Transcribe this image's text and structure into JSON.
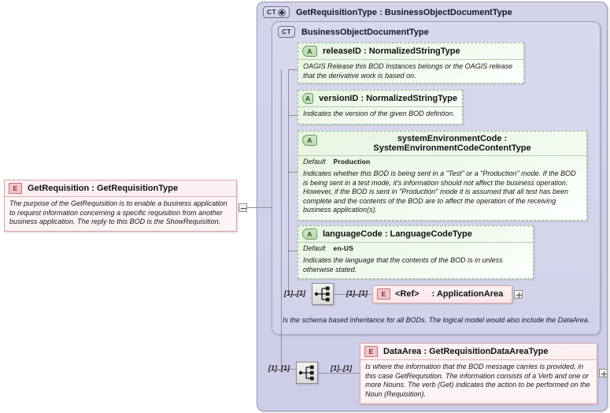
{
  "diagram": {
    "kind": "xsd-schema-documentation",
    "root_element": {
      "badge": "E",
      "title": "GetRequisition : GetRequisitionType",
      "documentation": "The purpose of the GetRequisition is to enable a business application to request information concerning a specific requisition from another business application.   The reply to this BOD is the ShowRequisition.",
      "expander": "minus"
    },
    "outer_type": {
      "badge": "CT",
      "badge_state": "plus",
      "title": "GetRequisitionType : BusinessObjectDocumentType"
    },
    "inner_type": {
      "badge": "CT",
      "title": "BusinessObjectDocumentType"
    },
    "attributes": [
      {
        "badge": "A",
        "name": "releaseID",
        "type": "NormalizedStringType",
        "title": "releaseID : NormalizedStringType",
        "default_label": null,
        "default_value": null,
        "documentation": "OAGIS Release this BOD Instances belongs or the OAGIS release that the derivative work is based on."
      },
      {
        "badge": "A",
        "name": "versionID",
        "type": "NormalizedStringType",
        "title": "versionID : NormalizedStringType",
        "default_label": null,
        "default_value": null,
        "documentation": "Indicates the version of the given BOD defintion."
      },
      {
        "badge": "A",
        "name": "systemEnvironmentCode",
        "type": "SystemEnvironmentCodeContentType",
        "title": "systemEnvironmentCode : SystemEnvironmentCodeContentType",
        "default_label": "Default",
        "default_value": "Production",
        "documentation": "Indicates whether this BOD is being sent in a \"Test\" or a \"Production\" mode. If the BOD is being sent in a test mode, it's information should not affect the business operation. However, if the BOD is sent in \"Production\" mode it is assumed that all test has been complete and the contents of the BOD are to affect the operation of the receiving business application(s)."
      },
      {
        "badge": "A",
        "name": "languageCode",
        "type": "LanguageCodeType",
        "title": "languageCode : LanguageCodeType",
        "default_label": "Default",
        "default_value": "en-US",
        "documentation": "Indicates the language that the contents of the BOD is in unless otherwise stated."
      }
    ],
    "application_area_row": {
      "compositor": "sequence",
      "cardinality_left": "[1]..[1]",
      "cardinality_right": "[1]..[1]",
      "element": {
        "badge": "E",
        "ref_label": "<Ref>",
        "title_suffix": ": ApplicationArea",
        "expander": "plus"
      }
    },
    "inner_type_annotation": "Is the schema based inheritance for all BODs. The logical model would also include the DataArea.",
    "data_area_row": {
      "compositor": "sequence",
      "cardinality_left": "[1]..[1]",
      "cardinality_right": "[1]..[1]",
      "element": {
        "badge": "E",
        "title": "DataArea : GetRequisitionDataAreaType",
        "documentation": "Is where the information that the BOD message carries is provided, in this case GetRequisition. The information consists of a Verb and one or more Nouns. The verb (Get) indicates the action to be performed on the Noun (Requisition).",
        "expander": "plus"
      }
    },
    "colors": {
      "element_fill": "#fae6e8",
      "element_border": "#d9a9ae",
      "attribute_fill": "#e6f5e0",
      "attribute_border": "#9ab894",
      "container_fill": "#d3d3ea",
      "container_border": "#9a9ab4",
      "connector": "#8d8d9d"
    }
  }
}
